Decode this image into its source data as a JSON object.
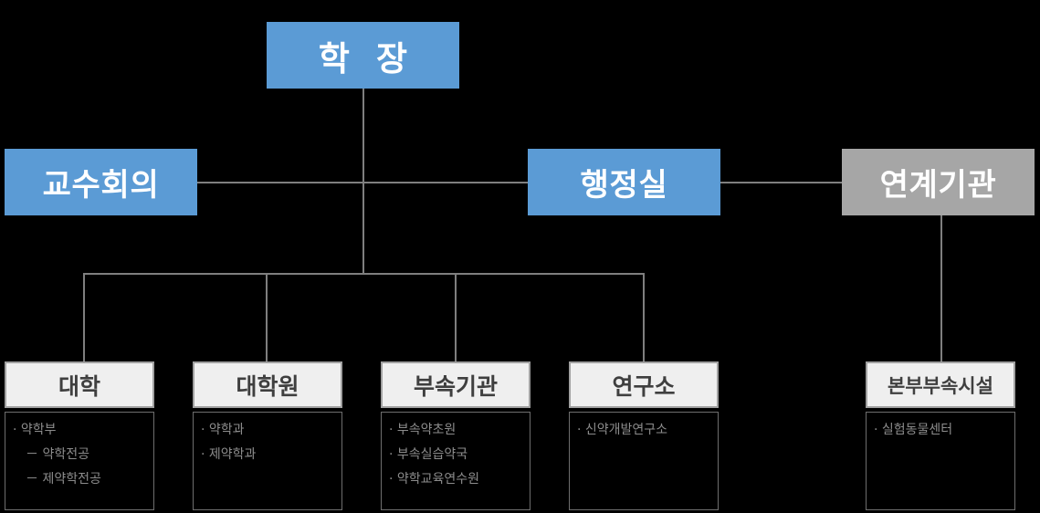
{
  "colors": {
    "primary_blue": "#5b9bd5",
    "gray_box": "#a6a6a6",
    "header_fill": "#efefef",
    "line": "#7f7f7f",
    "background": "#000000",
    "body_text": "#8c8c8c"
  },
  "nodes": {
    "dean": {
      "label": "학  장"
    },
    "faculty_council": {
      "label": "교수회의"
    },
    "admin_office": {
      "label": "행정실"
    },
    "affiliated_org": {
      "label": "연계기관"
    }
  },
  "groups": [
    {
      "key": "college",
      "title": "대학",
      "items": [
        {
          "text": "· 약학부",
          "level": 1
        },
        {
          "text": "－ 약학전공",
          "level": 2
        },
        {
          "text": "－ 제약학전공",
          "level": 2
        }
      ]
    },
    {
      "key": "graduate",
      "title": "대학원",
      "items": [
        {
          "text": "· 약학과",
          "level": 1
        },
        {
          "text": "· 제약학과",
          "level": 1
        }
      ]
    },
    {
      "key": "attached",
      "title": "부속기관",
      "items": [
        {
          "text": "· 부속약초원",
          "level": 1
        },
        {
          "text": "· 부속실습약국",
          "level": 1
        },
        {
          "text": "· 약학교육연수원",
          "level": 1
        }
      ]
    },
    {
      "key": "research",
      "title": "연구소",
      "items": [
        {
          "text": "· 신약개발연구소",
          "level": 1
        }
      ]
    },
    {
      "key": "headquarters",
      "title": "본부부속시설",
      "items": [
        {
          "text": "· 실험동물센터",
          "level": 1
        }
      ]
    }
  ]
}
